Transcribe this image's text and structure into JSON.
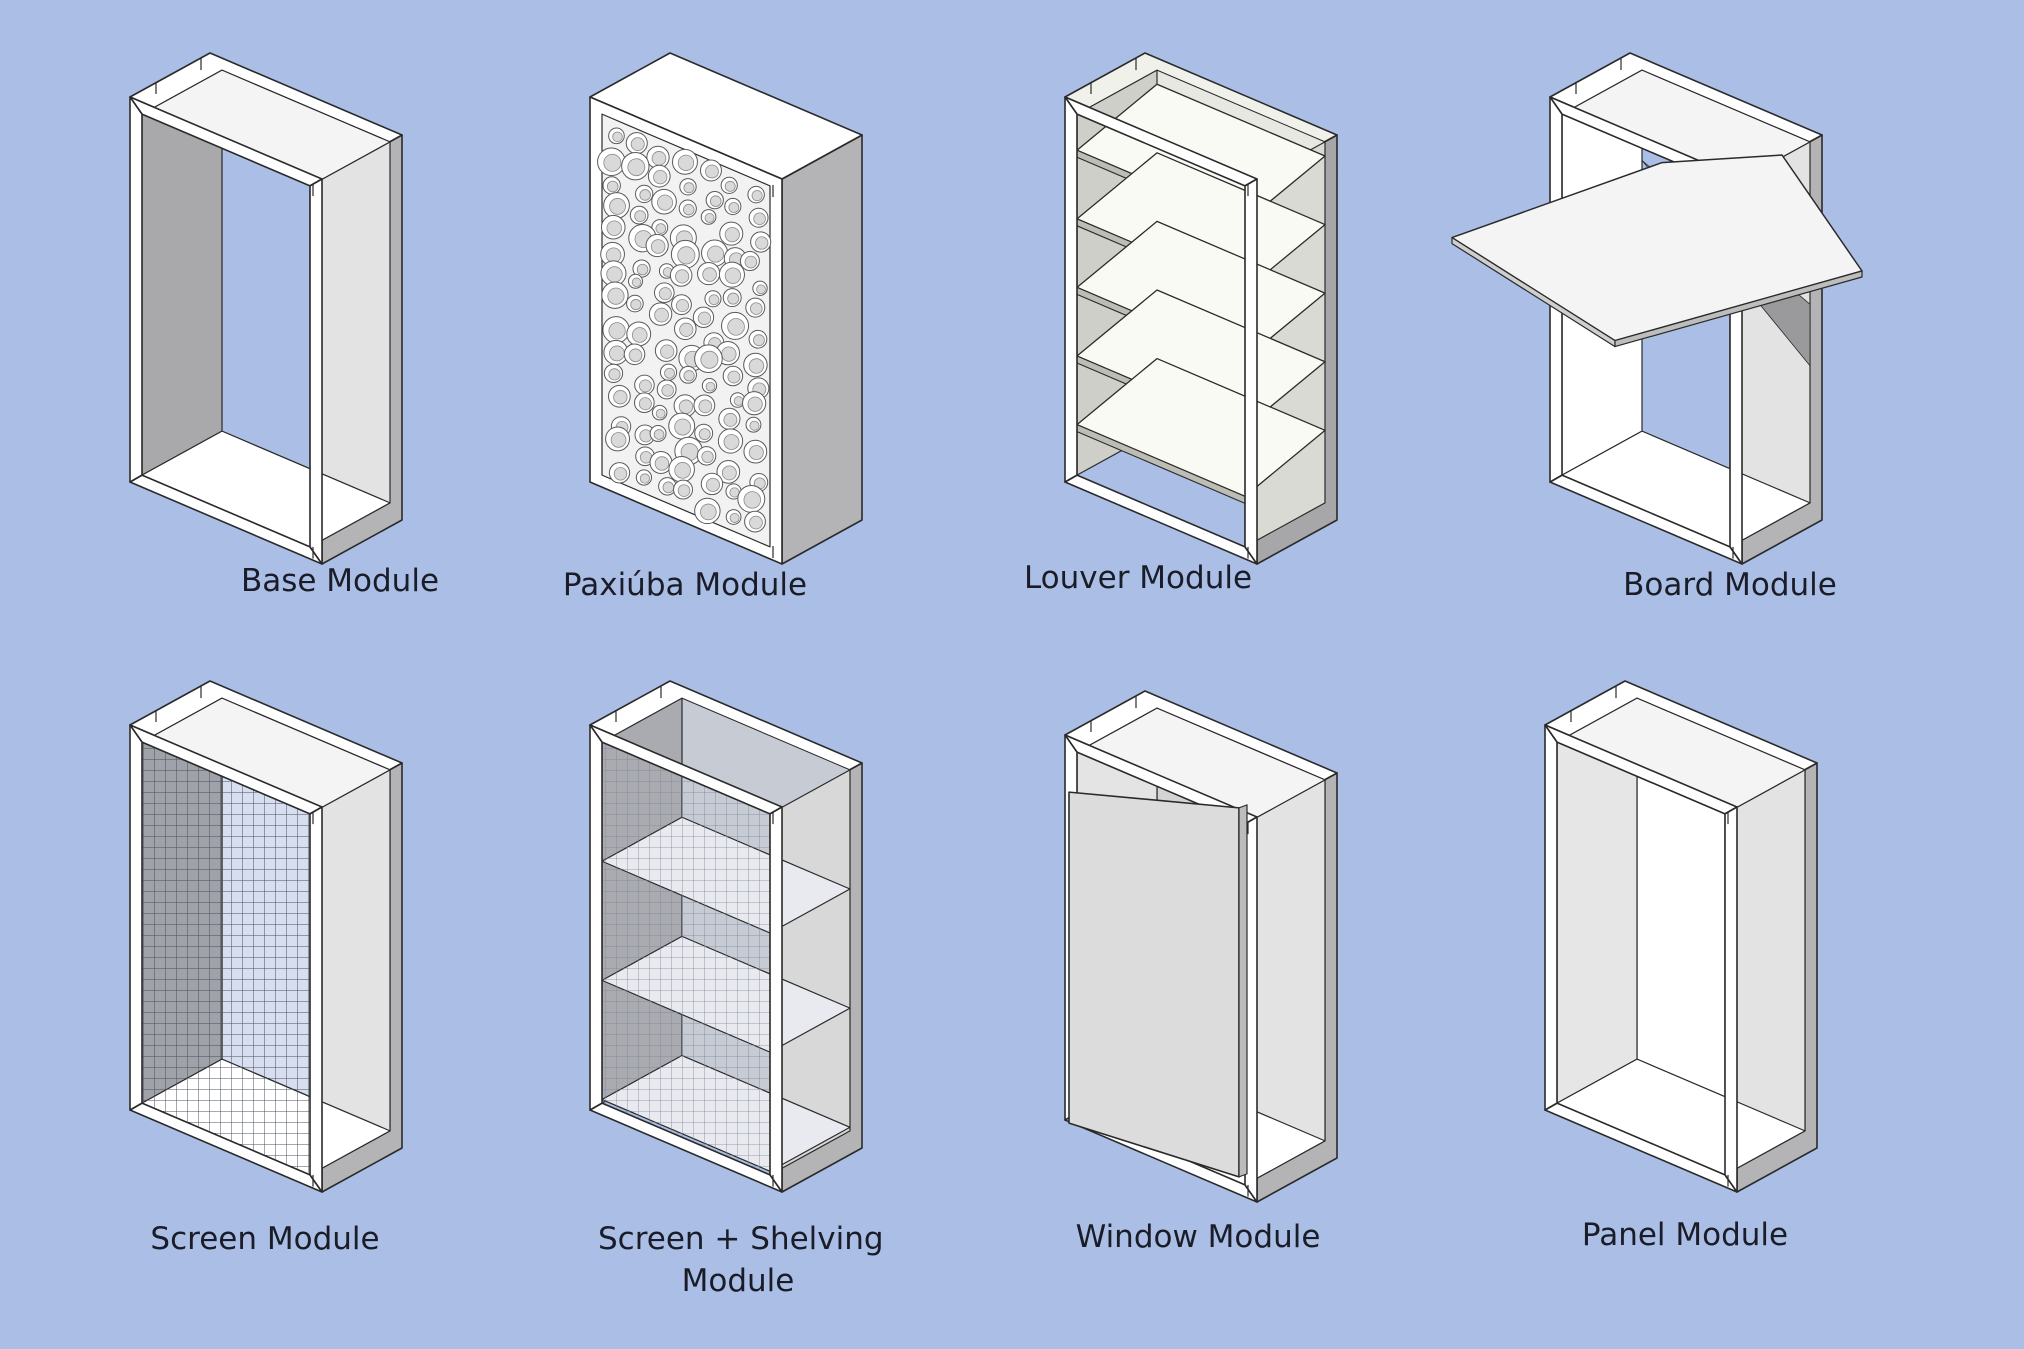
{
  "colors": {
    "background": "#abbfe6",
    "white": "#ffffff",
    "inner_face": "#e3e3e3",
    "side_face": "#b4b4b6",
    "back_face": "#a9a9ab",
    "edge": "#2a2a2a",
    "screen_tint": "#d6def0",
    "door_panel": "#dcdcdc"
  },
  "modules": [
    {
      "name": "base",
      "label_lines": [
        "Base Module"
      ],
      "icon": "base-module-icon"
    },
    {
      "name": "paxiuba",
      "label_lines": [
        "Paxiúba Module"
      ],
      "icon": "paxiuba-module-icon"
    },
    {
      "name": "louver",
      "label_lines": [
        "Louver Module"
      ],
      "icon": "louver-module-icon"
    },
    {
      "name": "board",
      "label_lines": [
        "Board Module"
      ],
      "icon": "board-module-icon"
    },
    {
      "name": "screen",
      "label_lines": [
        "Screen Module"
      ],
      "icon": "screen-module-icon"
    },
    {
      "name": "screen-shelving",
      "label_lines": [
        "Screen + Shelving",
        "Module"
      ],
      "icon": "screen-shelving-module-icon"
    },
    {
      "name": "window",
      "label_lines": [
        "Window Module"
      ],
      "icon": "window-module-icon"
    },
    {
      "name": "panel",
      "label_lines": [
        "Panel Module"
      ],
      "icon": "panel-module-icon"
    }
  ]
}
